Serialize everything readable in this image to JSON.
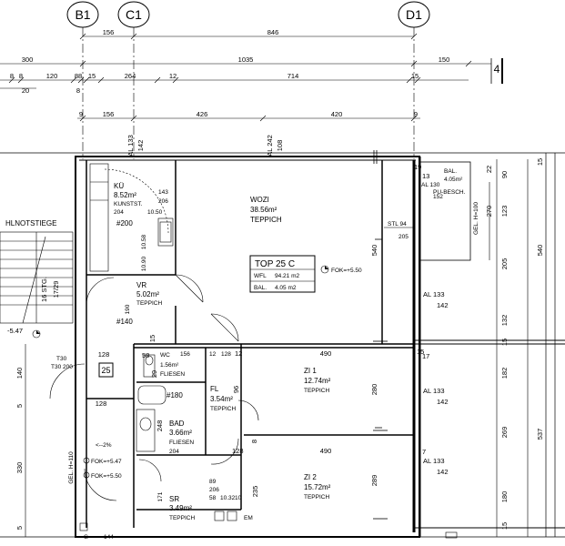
{
  "axes": [
    {
      "id": "b1",
      "label": "B1"
    },
    {
      "id": "c1",
      "label": "C1"
    },
    {
      "id": "d1",
      "label": "D1"
    }
  ],
  "dimensions": {
    "row1": [
      "156",
      "846"
    ],
    "row2": [
      "300",
      "1035",
      "150"
    ],
    "row3": [
      "8",
      "8",
      "120",
      "88",
      "15",
      "264",
      "12",
      "714",
      "15"
    ],
    "row3b": [
      "20",
      "8"
    ],
    "row4": [
      "9",
      "156",
      "426",
      "420",
      "9"
    ],
    "left_vertical": [
      "140",
      "5",
      "128",
      "330",
      "5"
    ],
    "top_vertical": [
      "AL 133",
      "142",
      "AL 242",
      "108"
    ],
    "right_vertical": [
      "22",
      "90",
      "270",
      "123",
      "205",
      "540",
      "132",
      "15",
      "182",
      "537",
      "269",
      "180",
      "15",
      "15"
    ],
    "right_al": [
      {
        "al": "AL 133",
        "val": "142"
      },
      {
        "al": "AL 133",
        "val": "142"
      },
      {
        "al": "AL 133",
        "val": "142"
      }
    ],
    "misc": [
      "490",
      "490",
      "540",
      "280",
      "289",
      "235",
      "248",
      "96",
      "128",
      "58",
      "29",
      "15",
      "15",
      "12",
      "120",
      "17",
      "7",
      "13",
      "19",
      "8",
      "15"
    ]
  },
  "section_marker": "4",
  "rooms": {
    "wozi": {
      "name": "WOZI",
      "area": "38.56m²",
      "floor": "TEPPICH"
    },
    "ku": {
      "name": "KÜ",
      "area": "8.52m²",
      "floor": "KUNSTST.",
      "extra": [
        "204",
        "#200",
        "10.50",
        "10.58",
        "10.90",
        "143",
        "206"
      ]
    },
    "vr": {
      "name": "VR",
      "area": "5.02m²",
      "floor": "TEPPICH",
      "extra": [
        "190",
        "#140"
      ]
    },
    "wc": {
      "name": "WC",
      "area": "1.56m²",
      "floor": "FLIESEN",
      "extra": [
        "156",
        "12",
        "128"
      ]
    },
    "fl": {
      "name": "FL",
      "area": "3.54m²",
      "floor": "TEPPICH",
      "extra": [
        "#180"
      ]
    },
    "bad": {
      "name": "BAD",
      "area": "3.66m²",
      "floor": "FLIESEN",
      "extra": [
        "204"
      ]
    },
    "zi1": {
      "name": "ZI 1",
      "area": "12.74m²",
      "floor": "TEPPICH"
    },
    "zi2": {
      "name": "ZI 2",
      "area": "15.72m²",
      "floor": "TEPPICH"
    },
    "sr": {
      "name": "SR",
      "area": "3.49m²",
      "floor": "TEPPICH",
      "extra": [
        "89",
        "206",
        "58",
        "10.32",
        "10",
        "171"
      ]
    },
    "bal": {
      "name": "BAL.",
      "area": "4.05m²",
      "floor": "PU-BESCH.",
      "extra": [
        "AL 130",
        "152",
        "GEL. H=100"
      ]
    },
    "stiege": {
      "name": "HLNOTSTIEGE",
      "extra": [
        "16 STG.",
        "17/29",
        "-5.47"
      ]
    }
  },
  "stl": {
    "label": "STL 94",
    "val": "205"
  },
  "top_box": {
    "title": "TOP 25   C",
    "wfl_label": "WFL",
    "wfl": "94.21 m2",
    "bal_label": "BAL.",
    "bal": "4.05 m2"
  },
  "fok": [
    "FOK=+5.50",
    "FOK=+5.47",
    "FOK=+5.50"
  ],
  "floor_marker": "25",
  "left_labels": [
    "T30 200",
    "T30",
    "GEL. H=110",
    "<--2%",
    "EM",
    "144",
    "G"
  ],
  "colors": {
    "ink": "#000000",
    "paper": "#ffffff"
  }
}
